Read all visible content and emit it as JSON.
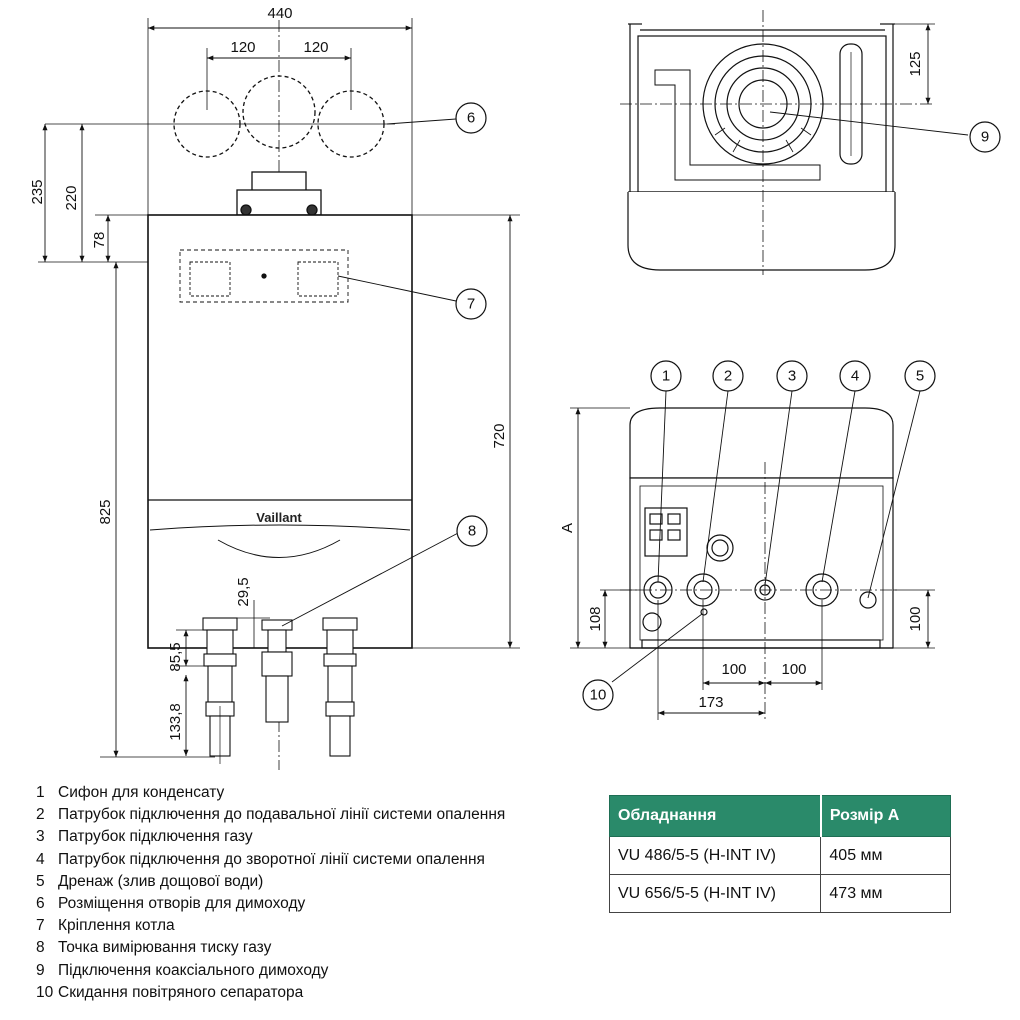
{
  "dimensions": {
    "width_total": "440",
    "spacing_left": "120",
    "spacing_right": "120",
    "height_235": "235",
    "height_220": "220",
    "height_78": "78",
    "height_825": "825",
    "height_720": "720",
    "height_29_5": "29,5",
    "height_85_5": "85,5",
    "height_133_8": "133,8",
    "top_view_125": "125",
    "bottom_view_A": "A",
    "bottom_view_108": "108",
    "bottom_view_100_right": "100",
    "bottom_spacing_100_left": "100",
    "bottom_spacing_100_right": "100",
    "bottom_spacing_173": "173"
  },
  "callouts": [
    "1",
    "2",
    "3",
    "4",
    "5",
    "6",
    "7",
    "8",
    "9",
    "10"
  ],
  "brand_label": "Vaillant",
  "legend": [
    {
      "num": "1",
      "text": "Сифон для конденсату"
    },
    {
      "num": "2",
      "text": "Патрубок підключення до подавальної лінії системи опалення"
    },
    {
      "num": "3",
      "text": "Патрубок підключення газу"
    },
    {
      "num": "4",
      "text": "Патрубок підключення до зворотної лінії системи опалення"
    },
    {
      "num": "5",
      "text": "Дренаж (злив дощової води)"
    },
    {
      "num": "6",
      "text": "Розміщення отворів для димоходу"
    },
    {
      "num": "7",
      "text": "Кріплення котла"
    },
    {
      "num": "8",
      "text": "Точка вимірювання тиску газу"
    },
    {
      "num": "9",
      "text": "Підключення коаксіального димоходу"
    },
    {
      "num": "10",
      "text": "Скидання повітряного сепаратора"
    }
  ],
  "table": {
    "headers": [
      "Обладнання",
      "Розмір A"
    ],
    "rows": [
      [
        "VU 486/5-5 (H-INT IV)",
        "405 мм"
      ],
      [
        "VU 656/5-5 (H-INT IV)",
        "473 мм"
      ]
    ]
  },
  "colors": {
    "table_header": "#2a8a6a",
    "line": "#111111"
  }
}
